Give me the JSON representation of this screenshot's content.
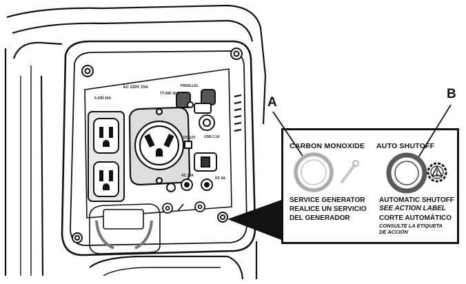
{
  "callout_letters": {
    "a": "A",
    "b": "B"
  },
  "callout_header": {
    "left": "CARBON MONOXIDE",
    "right": "AUTO SHUTOFF"
  },
  "service_indicator": {
    "line1": "SERVICE GENERATOR",
    "line2": "REALICE UN SERVICIO",
    "line3": "DEL GENERADOR"
  },
  "shutoff_indicator": {
    "line1": "AUTOMATIC SHUTOFF",
    "line2": "SEE ACTION LABEL",
    "line3": "CORTE AUTOMÁTICO",
    "line4": "CONSULTE LA ETIQUETA",
    "line5": "DE ACCIÓN"
  },
  "panel_labels": {
    "ac_rating": "AC 120V 15A",
    "outlet_left": "5-20R 20A",
    "outlet_right": "TT-30R 30A",
    "parallel": "PARALLEL",
    "usb": "USB 2.1A",
    "dc": "DC 12V",
    "ac_small": "AC 30A",
    "dc_amp": "DC 8A"
  },
  "colors": {
    "line": "#111111",
    "ring_light": "#b9b9b9",
    "ring_dark": "#5a5a5a"
  }
}
